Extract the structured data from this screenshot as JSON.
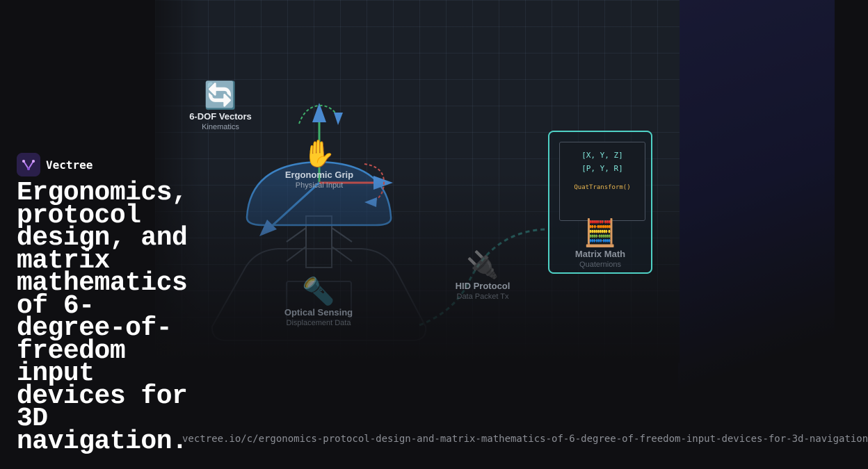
{
  "brand": {
    "name": "Vectree"
  },
  "headline": "Ergonomics, protocol design, and matrix mathematics of 6-degree-of-freedom input devices for 3D navigation.",
  "url": "vectree.io/c/ergonomics-protocol-design-and-matrix-mathematics-of-6-degree-of-freedom-input-devices-for-3d-navigation",
  "nodes": {
    "dof": {
      "icon": "🔄",
      "title": "6-DOF Vectors",
      "subtitle": "Kinematics"
    },
    "grip": {
      "icon": "✋",
      "title": "Ergonomic Grip",
      "subtitle": "Physical Input"
    },
    "optical": {
      "icon": "🔦",
      "title": "Optical Sensing",
      "subtitle": "Displacement Data"
    },
    "hid": {
      "icon": "🔌",
      "title": "HID Protocol",
      "subtitle": "Data Packet Tx"
    },
    "math": {
      "icon": "🧮",
      "title": "Matrix Math",
      "subtitle": "Quaternions"
    }
  },
  "math_screen": {
    "line1": "[X, Y, Z]",
    "line2": "[P, Y, R]",
    "line3": "QuatTransform()"
  },
  "colors": {
    "accent": "#4fd1c5",
    "brand_bg": "#2a1f4a",
    "grip_blue": "#3b82c4"
  }
}
